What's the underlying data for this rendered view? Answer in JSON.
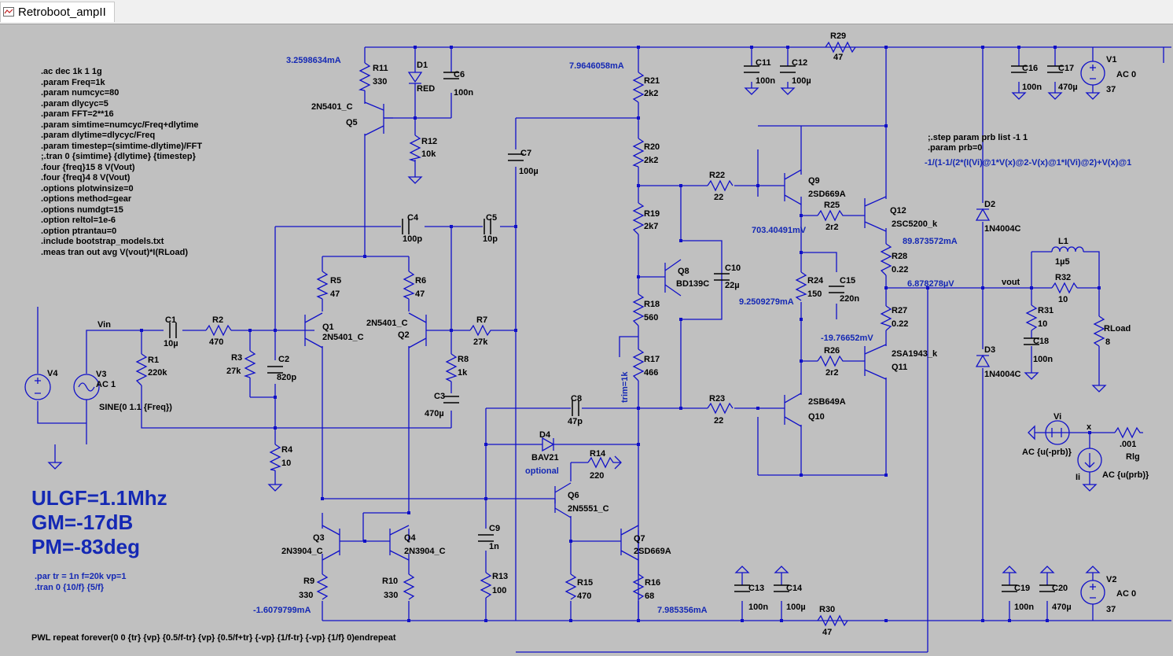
{
  "window": {
    "tab_title": "Retroboot_ampII",
    "tab_icon": "schematic-icon"
  },
  "directives": [
    ".ac dec 1k 1 1g",
    ".param Freq=1k",
    ".param numcyc=80",
    ".param dlycyc=5",
    ".param FFT=2**16",
    ".param simtime=numcyc/Freq+dlytime",
    ".param dlytime=dlycyc/Freq",
    ".param timestep=(simtime-dlytime)/FFT",
    ";.tran 0 {simtime} {dlytime} {timestep}",
    ".four {freq}15 8 V(Vout)",
    ".four {freq}4 8 V(Vout)",
    ".options plotwinsize=0",
    ".options method=gear",
    ".options numdgt=15",
    ".option reltol=1e-6",
    ".option ptrantau=0",
    ".include bootstrap_models.txt",
    ".meas tran out avg V(vout)*I(RLoad)"
  ],
  "step_directives": [
    ";.step param prb list -1 1",
    ".param prb=0"
  ],
  "formula": "-1/(1-1/(2*(I(Vi)@1*V(x)@2-V(x)@1*I(Vi)@2)+V(x)@1",
  "results": {
    "ulgf": "ULGF=1.1Mhz",
    "gm": "GM=-17dB",
    "pm": "PM=-83deg"
  },
  "pulse_directives": [
    ".par tr = 1n f=20k vp=1",
    ".tran 0 {10/f} {5/f}"
  ],
  "pwl": "PWL repeat forever(0 0 {tr} {vp} {0.5/f-tr} {vp} {0.5/f+tr} {-vp} {1/f-tr} {-vp} {1/f} 0)endrepeat",
  "operating_points": [
    "3.2598634mA",
    "7.9646058mA",
    "703.40491mV",
    "89.873572mA",
    "9.2509279mA",
    "6.878278µV",
    "-19.76652mV",
    "-1.6079799mA",
    "7.985356mA"
  ],
  "notes": {
    "optional": "optional",
    "trim": "trim=1k"
  },
  "nets": {
    "vin": "Vin",
    "vout": "vout",
    "x": "x"
  },
  "components": [
    {
      "ref": "R11",
      "val": "330"
    },
    {
      "ref": "D1",
      "val": "RED"
    },
    {
      "ref": "C6",
      "val": "100n"
    },
    {
      "ref": "R12",
      "val": "10k"
    },
    {
      "ref": "Q5",
      "val": "2N5401_C"
    },
    {
      "ref": "C7",
      "val": "100µ"
    },
    {
      "ref": "C4",
      "val": "100p"
    },
    {
      "ref": "C5",
      "val": "10p"
    },
    {
      "ref": "R21",
      "val": "2k2"
    },
    {
      "ref": "R20",
      "val": "2k2"
    },
    {
      "ref": "R19",
      "val": "2k7"
    },
    {
      "ref": "R18",
      "val": "560"
    },
    {
      "ref": "R17",
      "val": "466"
    },
    {
      "ref": "C11",
      "val": "100n"
    },
    {
      "ref": "C12",
      "val": "100µ"
    },
    {
      "ref": "R29",
      "val": "47"
    },
    {
      "ref": "C16",
      "val": "100n"
    },
    {
      "ref": "C17",
      "val": "470µ"
    },
    {
      "ref": "V1",
      "val": "AC 0"
    },
    {
      "ref": "V1dc",
      "val": "37"
    },
    {
      "ref": "R5",
      "val": "47"
    },
    {
      "ref": "R6",
      "val": "47"
    },
    {
      "ref": "Q1",
      "val": "2N5401_C"
    },
    {
      "ref": "Q2",
      "val": "2N5401_C"
    },
    {
      "ref": "R7",
      "val": "27k"
    },
    {
      "ref": "R8",
      "val": "1k"
    },
    {
      "ref": "C3",
      "val": "470µ"
    },
    {
      "ref": "C1",
      "val": "10µ"
    },
    {
      "ref": "R2",
      "val": "470"
    },
    {
      "ref": "R1",
      "val": "220k"
    },
    {
      "ref": "R3",
      "val": "27k"
    },
    {
      "ref": "C2",
      "val": "820p"
    },
    {
      "ref": "R4",
      "val": "10"
    },
    {
      "ref": "V4",
      "val": ""
    },
    {
      "ref": "V3",
      "val": "AC 1"
    },
    {
      "ref": "SINE",
      "val": "SINE(0 1.1 {Freq})"
    },
    {
      "ref": "Q8",
      "val": "BD139C"
    },
    {
      "ref": "C10",
      "val": "22µ"
    },
    {
      "ref": "R22",
      "val": "22"
    },
    {
      "ref": "Q9",
      "val": "2SD669A"
    },
    {
      "ref": "R25",
      "val": "2r2"
    },
    {
      "ref": "Q12",
      "val": "2SC5200_k"
    },
    {
      "ref": "R24",
      "val": "150"
    },
    {
      "ref": "C15",
      "val": "220n"
    },
    {
      "ref": "R28",
      "val": "0.22"
    },
    {
      "ref": "R27",
      "val": "0.22"
    },
    {
      "ref": "R26",
      "val": "2r2"
    },
    {
      "ref": "Q11",
      "val": "2SA1943_k"
    },
    {
      "ref": "R23",
      "val": "22"
    },
    {
      "ref": "Q10",
      "val": "2SB649A"
    },
    {
      "ref": "D2",
      "val": "1N4004C"
    },
    {
      "ref": "D3",
      "val": "1N4004C"
    },
    {
      "ref": "L1",
      "val": "1µ5"
    },
    {
      "ref": "R32",
      "val": "10"
    },
    {
      "ref": "R31",
      "val": "10"
    },
    {
      "ref": "C18",
      "val": "100n"
    },
    {
      "ref": "RLoad",
      "val": "8"
    },
    {
      "ref": "Vi",
      "val": "AC {u(-prb)}"
    },
    {
      "ref": "Ii",
      "val": "AC {u(prb)}"
    },
    {
      "ref": "Rlg",
      "val": ".001"
    },
    {
      "ref": "C8",
      "val": "47p"
    },
    {
      "ref": "D4",
      "val": "BAV21"
    },
    {
      "ref": "R14",
      "val": "220"
    },
    {
      "ref": "Q6",
      "val": "2N5551_C"
    },
    {
      "ref": "C9",
      "val": "1n"
    },
    {
      "ref": "R13",
      "val": "100"
    },
    {
      "ref": "Q7",
      "val": "2SD669A"
    },
    {
      "ref": "R15",
      "val": "470"
    },
    {
      "ref": "R16",
      "val": "68"
    },
    {
      "ref": "Q3",
      "val": "2N3904_C"
    },
    {
      "ref": "Q4",
      "val": "2N3904_C"
    },
    {
      "ref": "R9",
      "val": "330"
    },
    {
      "ref": "R10",
      "val": "330"
    },
    {
      "ref": "C13",
      "val": "100n"
    },
    {
      "ref": "C14",
      "val": "100µ"
    },
    {
      "ref": "R30",
      "val": "47"
    },
    {
      "ref": "C19",
      "val": "100n"
    },
    {
      "ref": "C20",
      "val": "470µ"
    },
    {
      "ref": "V2",
      "val": "AC 0"
    },
    {
      "ref": "V2dc",
      "val": "37"
    }
  ]
}
